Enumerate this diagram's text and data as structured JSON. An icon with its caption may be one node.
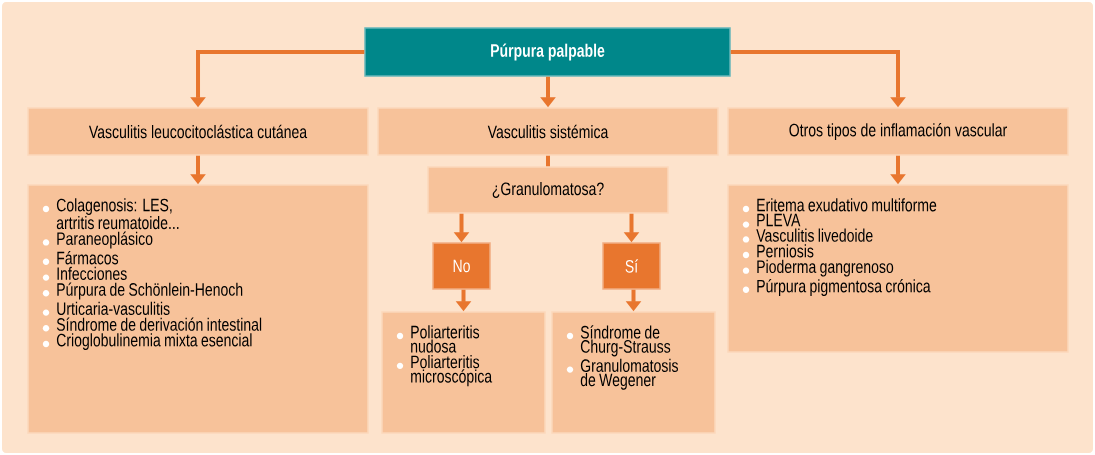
{
  "diagram": {
    "nodes": [
      {
        "text": [
          "Púrpura palpable"
        ]
      },
      {
        "text": [
          "Vasculitis leucocitoclástica cutánea"
        ]
      },
      {
        "text": [
          "Vasculitis sistémica"
        ]
      },
      {
        "text": [
          "Otros tipos de inflamación vascular"
        ]
      },
      {
        "text": [
          "Colagenosis: LES, artritis reumatoide...",
          "Paraneoplásico",
          "Fármacos",
          "Infecciones",
          "Púrpura de Schönlein-Henoch",
          "Urticaria-vasculitis",
          "Síndrome de derivación intestinal",
          "Crioglobulinemia mixta esencial"
        ]
      },
      {
        "text": [
          "¿Granulomatosa?"
        ]
      },
      {
        "text": [
          "No"
        ]
      },
      {
        "text": [
          "Sí"
        ]
      },
      {
        "text": [
          "Poliarteritis nudosa",
          "Poliarteritis microscópica"
        ]
      },
      {
        "text": [
          "Síndrome de Churg-Strauss",
          "Granulomatosis de Wegener"
        ]
      },
      {
        "text": [
          "Eritema exudativo multiforme",
          "PLEVA",
          "Vasculitis livedoide",
          "Perniosis",
          "Pioderma gangrenoso",
          "Púrpura pigmentosa crónica"
        ]
      }
    ],
    "edges": [
      {
        "from": 0,
        "to": 1,
        "arrow": "to"
      },
      {
        "from": 0,
        "to": 2,
        "arrow": "to"
      },
      {
        "from": 0,
        "to": 3,
        "arrow": "to"
      },
      {
        "from": 1,
        "to": 4,
        "arrow": "to"
      },
      {
        "from": 2,
        "to": 5,
        "arrow": "none"
      },
      {
        "from": 5,
        "to": 6,
        "arrow": "to"
      },
      {
        "from": 6,
        "to": 8,
        "arrow": "to"
      },
      {
        "from": 5,
        "to": 7,
        "arrow": "to"
      },
      {
        "from": 7,
        "to": 9,
        "arrow": "to"
      },
      {
        "from": 3,
        "to": 10,
        "arrow": "to"
      }
    ]
  }
}
